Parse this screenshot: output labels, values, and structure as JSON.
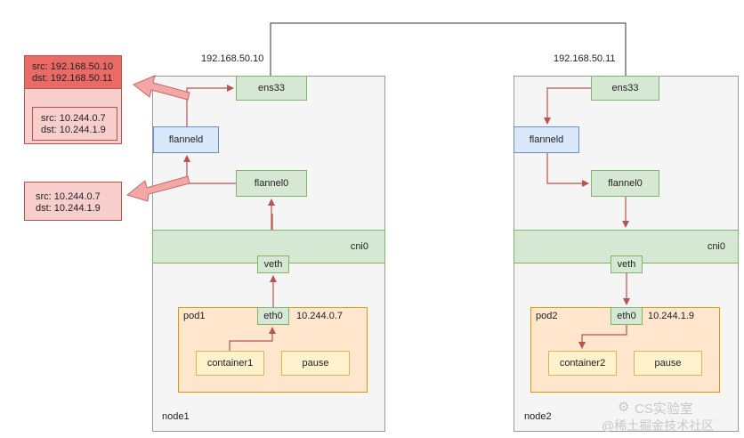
{
  "ips": {
    "node1_host": "192.168.50.10",
    "node2_host": "192.168.50.11"
  },
  "node1": {
    "label": "node1",
    "ens33": "ens33",
    "flanneld": "flanneld",
    "flannel0": "flannel0",
    "cni0": "cni0",
    "veth": "veth",
    "pod": {
      "label": "pod1",
      "eth0": "eth0",
      "ip": "10.244.0.7",
      "container": "container1",
      "pause": "pause"
    }
  },
  "node2": {
    "label": "node2",
    "ens33": "ens33",
    "flanneld": "flanneld",
    "flannel0": "flannel0",
    "cni0": "cni0",
    "veth": "veth",
    "pod": {
      "label": "pod2",
      "eth0": "eth0",
      "ip": "10.244.1.9",
      "container": "container2",
      "pause": "pause"
    }
  },
  "packets": {
    "outer": {
      "src": "src: 192.168.50.10",
      "dst": "dst: 192.168.50.11"
    },
    "encapsulated": {
      "src": "src: 10.244.0.7",
      "dst": "dst: 10.244.1.9"
    },
    "inner": {
      "src": "src: 10.244.0.7",
      "dst": "dst: 10.244.1.9"
    }
  },
  "watermark": {
    "line1": "CS实验室",
    "line2": "@稀土掘金技术社区"
  },
  "colors": {
    "node_fill": "#f5f5f5",
    "green_fill": "#d5e8d4",
    "blue_fill": "#dae8fc",
    "pod_fill": "#ffe6cc",
    "container_fill": "#fff2cc",
    "packet_fill": "#f8cecc",
    "packet_header": "#ea6b66",
    "arrow": "#b85450"
  }
}
